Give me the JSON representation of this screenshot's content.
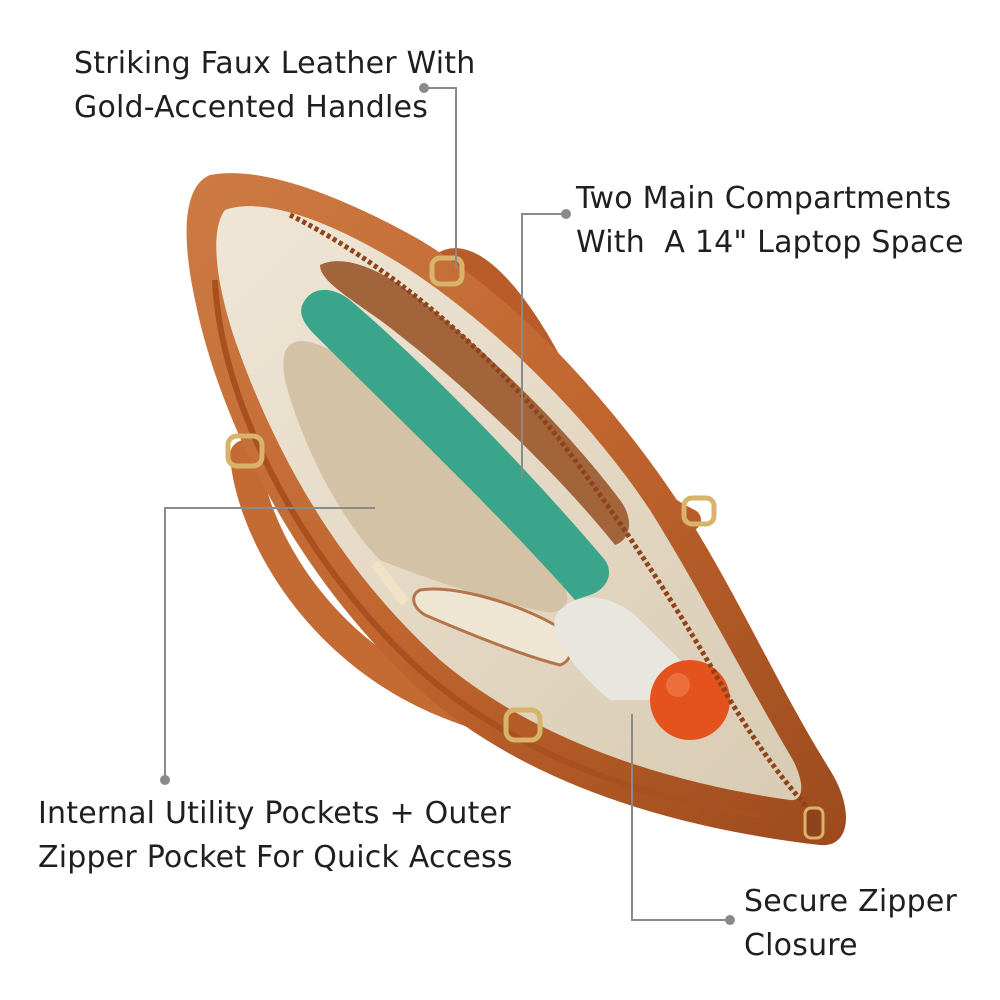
{
  "callouts": [
    {
      "id": "handles",
      "lines": [
        "Striking Faux Leather With",
        "Gold-Accented Handles"
      ]
    },
    {
      "id": "compartments",
      "lines": [
        "Two Main Compartments",
        "With  A 14\" Laptop Space"
      ]
    },
    {
      "id": "pockets",
      "lines": [
        "Internal Utility Pockets + Outer",
        "Zipper Pocket For Quick Access"
      ]
    },
    {
      "id": "zipper",
      "lines": [
        "Secure Zipper",
        "Closure"
      ]
    }
  ],
  "colors": {
    "leather": "#c0652e",
    "leather_dark": "#8f431a",
    "lining": "#e7dccb",
    "laptop_sleeve": "#d8c9b0",
    "notebook_green": "#3aa58a",
    "bottle_orange": "#e4521d",
    "gold": "#d8b36a",
    "leader_line": "#8a8a8a",
    "text": "#1f1f1f"
  }
}
